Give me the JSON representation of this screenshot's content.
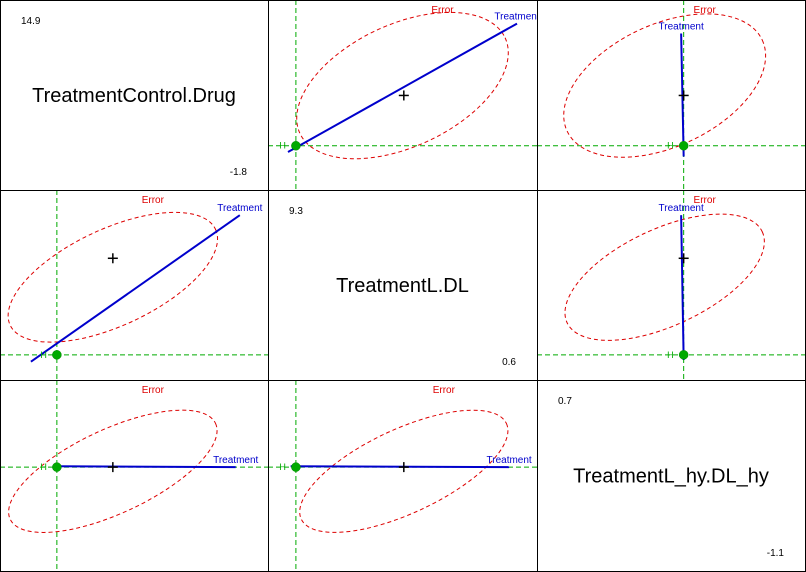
{
  "chart_data": {
    "type": "scatter-matrix",
    "variables": [
      {
        "name": "TreatmentControl.Drug",
        "max": "14.9",
        "min": "-1.8"
      },
      {
        "name": "TreatmentL.DL",
        "max": "9.3",
        "min": "0.6"
      },
      {
        "name": "TreatmentL_hy.DL_hy",
        "max": "0.7",
        "min": "-1.1"
      }
    ],
    "ellipse_label": "Error",
    "effect_label": "Treatment",
    "h0_label": "H",
    "colors": {
      "error": "#dd0000",
      "effect": "#0000cc",
      "reference": "#00aa00",
      "frame": "#000000"
    },
    "panels": [
      {
        "row": 0,
        "col": 1,
        "origin": [
          0.9,
          0.9
        ],
        "mean": [
          5.0,
          6.5
        ],
        "effect_end": [
          9.3,
          14.5
        ],
        "effect_start": [
          0.6,
          0.2
        ],
        "error_center": [
          4.95,
          7.6
        ],
        "error_rx": 4.3,
        "error_ry": 6.8,
        "error_angle": -25
      },
      {
        "row": 0,
        "col": 2,
        "origin": [
          -0.1,
          0.9
        ],
        "mean": [
          -0.1,
          6.5
        ],
        "effect_end": [
          -0.12,
          13.4
        ],
        "effect_start": [
          -0.1,
          -0.3
        ],
        "error_center": [
          -0.25,
          7.6
        ],
        "error_rx": 0.85,
        "error_ry": 6.8,
        "error_angle": -25
      },
      {
        "row": 1,
        "col": 0,
        "origin": [
          0.9,
          0.9
        ],
        "mean": [
          5.0,
          6.5
        ],
        "effect_end": [
          14.3,
          9.0
        ],
        "effect_start": [
          -1.0,
          0.5
        ],
        "error_center": [
          5.0,
          5.4
        ],
        "error_rx": 8.3,
        "error_ry": 2.8,
        "error_angle": -25
      },
      {
        "row": 1,
        "col": 2,
        "origin": [
          -0.1,
          0.9
        ],
        "mean": [
          -0.1,
          6.5
        ],
        "effect_end": [
          -0.12,
          9.0
        ],
        "effect_start": [
          -0.1,
          0.6
        ],
        "error_center": [
          -0.25,
          5.4
        ],
        "error_rx": 0.85,
        "error_ry": 2.8,
        "error_angle": -25
      },
      {
        "row": 2,
        "col": 0,
        "origin": [
          0.9,
          -0.1
        ],
        "mean": [
          5.0,
          -0.1
        ],
        "effect_end": [
          14.0,
          -0.1
        ],
        "effect_start": [
          0.9,
          -0.09
        ],
        "error_center": [
          5.0,
          -0.15
        ],
        "error_rx": 8.3,
        "error_ry": 0.5,
        "error_angle": -25
      },
      {
        "row": 2,
        "col": 1,
        "origin": [
          0.9,
          -0.1
        ],
        "mean": [
          5.0,
          -0.1
        ],
        "effect_end": [
          9.0,
          -0.1
        ],
        "effect_start": [
          0.7,
          -0.09
        ],
        "error_center": [
          5.0,
          -0.15
        ],
        "error_rx": 4.3,
        "error_ry": 0.5,
        "error_angle": -25
      }
    ]
  }
}
